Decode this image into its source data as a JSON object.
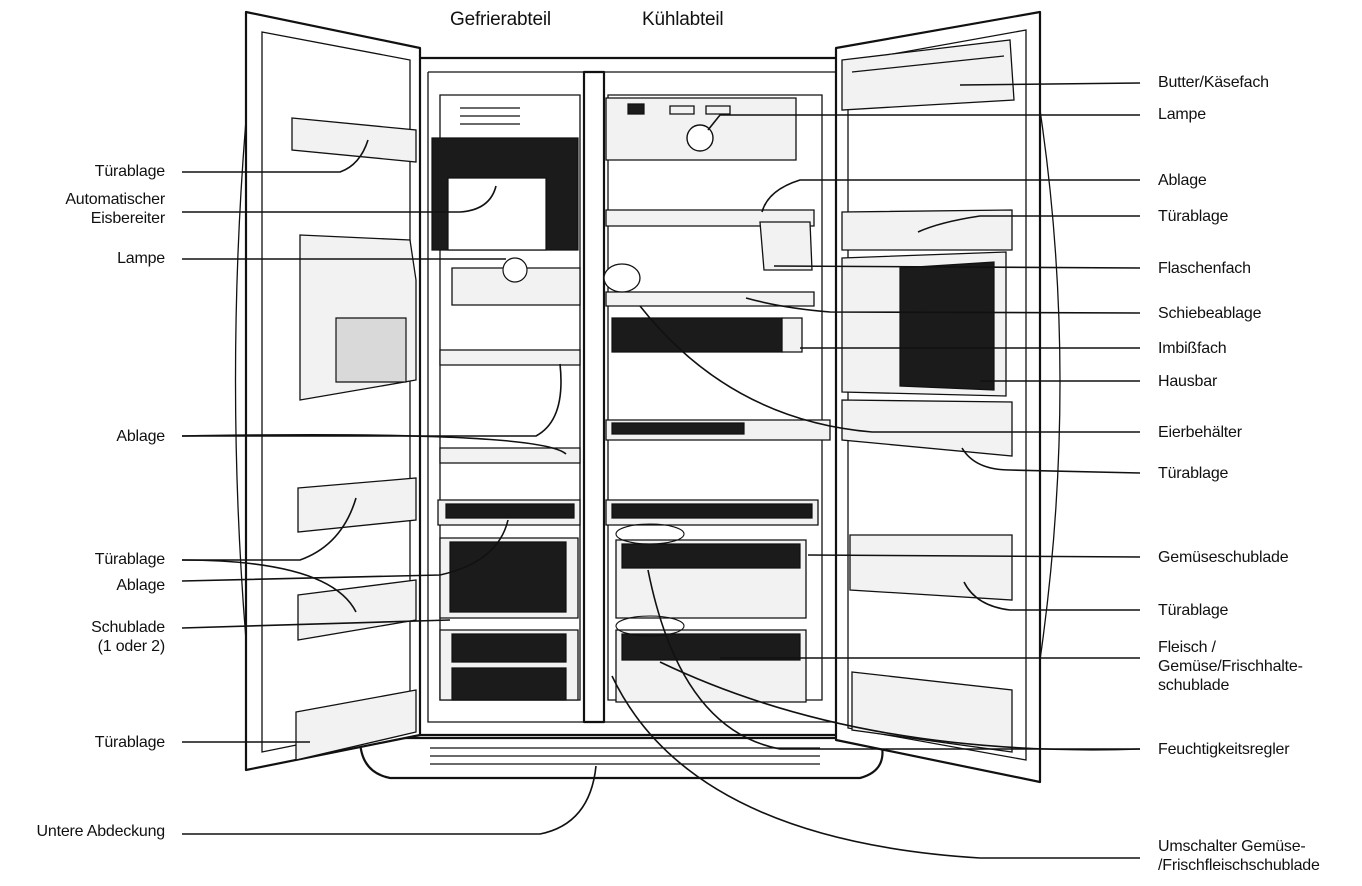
{
  "header": {
    "freezer_title": "Gefrierabteil",
    "fridge_title": "Kühlabteil"
  },
  "labels_left": {
    "door_shelf_1": "Türablage",
    "ice_maker": "Automatischer\nEisbereiter",
    "lamp": "Lampe",
    "shelf_1": "Ablage",
    "door_shelf_2": "Türablage",
    "shelf_2": "Ablage",
    "drawer": "Schublade\n(1 oder 2)",
    "door_shelf_3": "Türablage",
    "bottom_cover": "Untere Abdeckung"
  },
  "labels_right": {
    "butter_cheese": "Butter/Käsefach",
    "lamp": "Lampe",
    "shelf": "Ablage",
    "door_shelf_1": "Türablage",
    "bottle_holder": "Flaschenfach",
    "sliding_shelf": "Schiebeablage",
    "snack_compartment": "Imbißfach",
    "home_bar": "Hausbar",
    "egg_container": "Eierbehälter",
    "door_shelf_2": "Türablage",
    "vegetable_drawer": "Gemüseschublade",
    "door_shelf_3": "Türablage",
    "meat_veg_drawer": "Fleisch /\nGemüse/Frischhalte-\nschublade",
    "humidity_control": "Feuchtigkeitsregler",
    "switch": "Umschalter Gemüse-\n/Frischfleischschublade"
  }
}
